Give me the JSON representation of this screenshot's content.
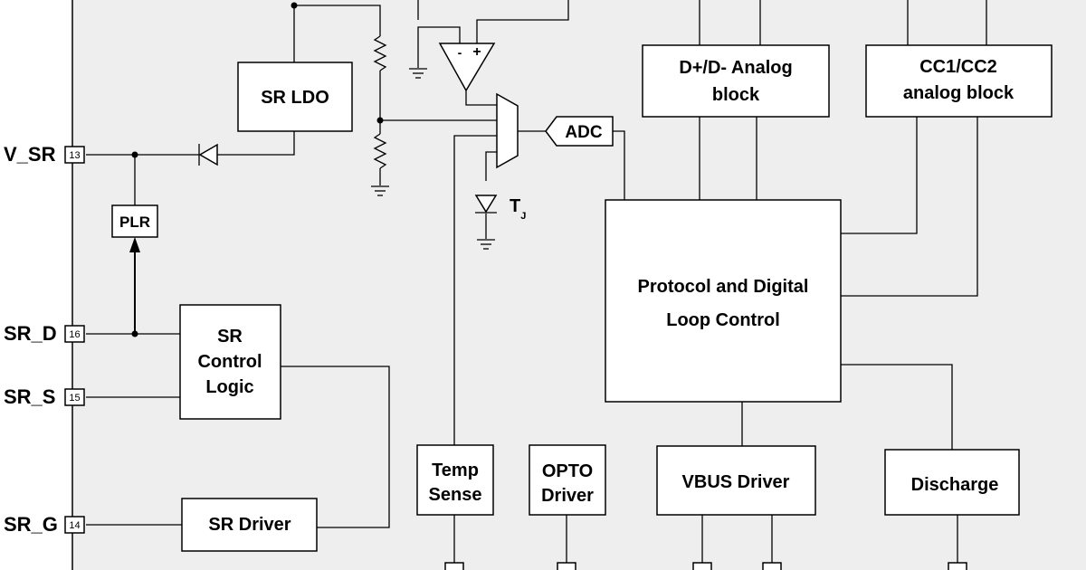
{
  "blocks": {
    "sr_ldo": "SR LDO",
    "plr": "PLR",
    "adc": "ADC",
    "dpdm_line1": "D+/D- Analog",
    "dpdm_line2": "block",
    "cc_line1": "CC1/CC2",
    "cc_line2": "analog block",
    "protocol_line1": "Protocol and Digital",
    "protocol_line2": "Loop Control",
    "sr_ctrl_line1": "SR",
    "sr_ctrl_line2": "Control",
    "sr_ctrl_line3": "Logic",
    "sr_driver": "SR Driver",
    "temp_line1": "Temp",
    "temp_line2": "Sense",
    "opto_line1": "OPTO",
    "opto_line2": "Driver",
    "vbus_driver": "VBUS Driver",
    "discharge": "Discharge"
  },
  "pins": [
    {
      "name": "V_SR",
      "number": "13"
    },
    {
      "name": "SR_D",
      "number": "16"
    },
    {
      "name": "SR_S",
      "number": "15"
    },
    {
      "name": "SR_G",
      "number": "14"
    }
  ],
  "opamp": {
    "minus": "-",
    "plus": "+"
  },
  "tj": {
    "main": "T",
    "sub": "J"
  }
}
